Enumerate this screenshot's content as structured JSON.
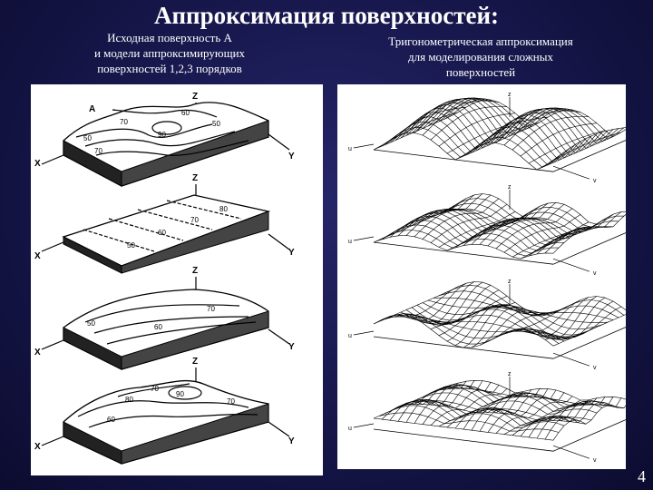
{
  "slide": {
    "title": "Аппроксимация поверхностей:",
    "page_number": "4"
  },
  "left_caption": {
    "lines": [
      "Исходная поверхность А",
      "и модели аппроксимирующих",
      "поверхностей 1,2,3 порядков"
    ]
  },
  "right_caption": {
    "lines": [
      "Тригонометрическая аппроксимация",
      "для моделирования сложных",
      "поверхностей"
    ]
  },
  "left_figure": {
    "surface_label": "A",
    "axis_labels": {
      "x": "X",
      "y": "Y",
      "z": "Z"
    },
    "panels": [
      {
        "contours": [
          "50",
          "70",
          "90",
          "60",
          "70",
          "50"
        ]
      },
      {
        "contours": [
          "80",
          "70",
          "60",
          "50"
        ]
      },
      {
        "contours": [
          "50",
          "70",
          "60"
        ]
      },
      {
        "contours": [
          "60",
          "80",
          "70",
          "90",
          "70"
        ]
      }
    ]
  },
  "right_figure": {
    "axis_labels": {
      "u": "u",
      "v": "v",
      "z": "z"
    }
  }
}
